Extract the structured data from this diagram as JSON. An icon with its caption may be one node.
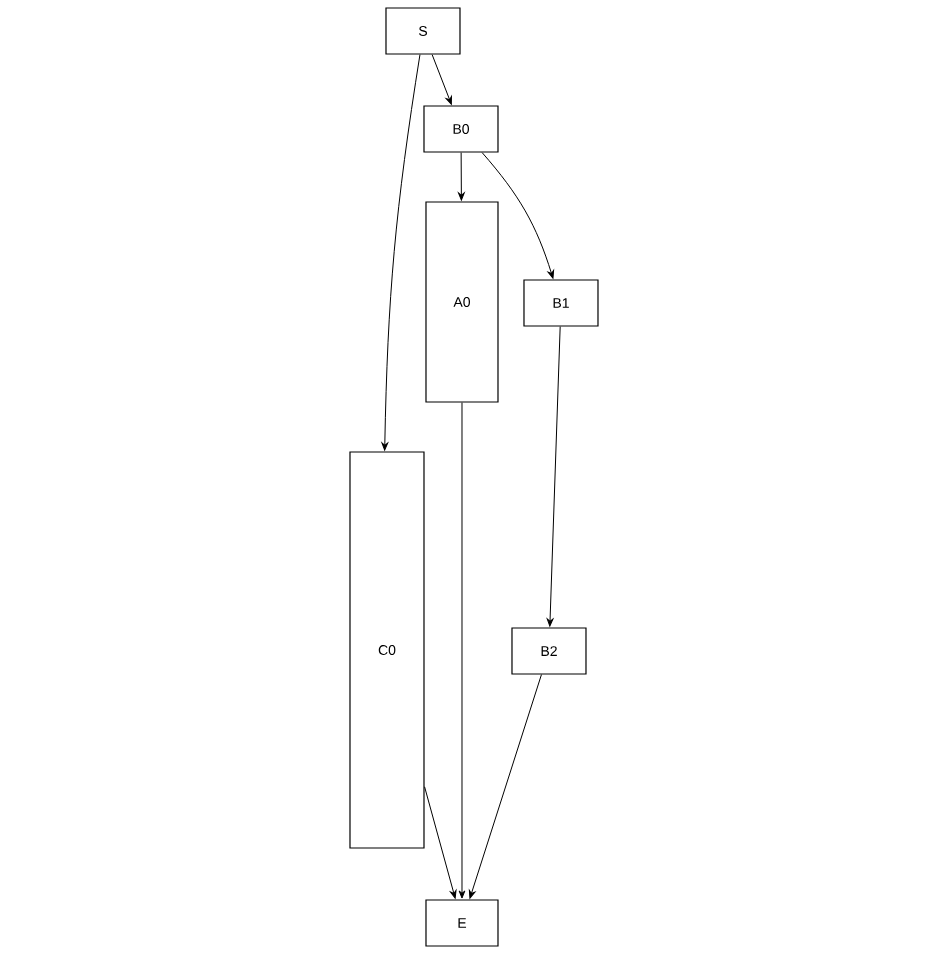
{
  "diagram": {
    "nodes": [
      {
        "text": [
          "S"
        ]
      },
      {
        "text": [
          "B0"
        ]
      },
      {
        "text": [
          "A0"
        ]
      },
      {
        "text": [
          "B1"
        ]
      },
      {
        "text": [
          "C0"
        ]
      },
      {
        "text": [
          "B2"
        ]
      },
      {
        "text": [
          "E"
        ]
      }
    ],
    "edges": [
      {
        "from": 0,
        "to": 1,
        "arrow": "to"
      },
      {
        "from": 0,
        "to": 4,
        "arrow": "to"
      },
      {
        "from": 1,
        "to": 2,
        "arrow": "to"
      },
      {
        "from": 1,
        "to": 3,
        "arrow": "to"
      },
      {
        "from": 3,
        "to": 5,
        "arrow": "to"
      },
      {
        "from": 2,
        "to": 6,
        "arrow": "to"
      },
      {
        "from": 4,
        "to": 6,
        "arrow": "to"
      },
      {
        "from": 5,
        "to": 6,
        "arrow": "to"
      }
    ]
  }
}
